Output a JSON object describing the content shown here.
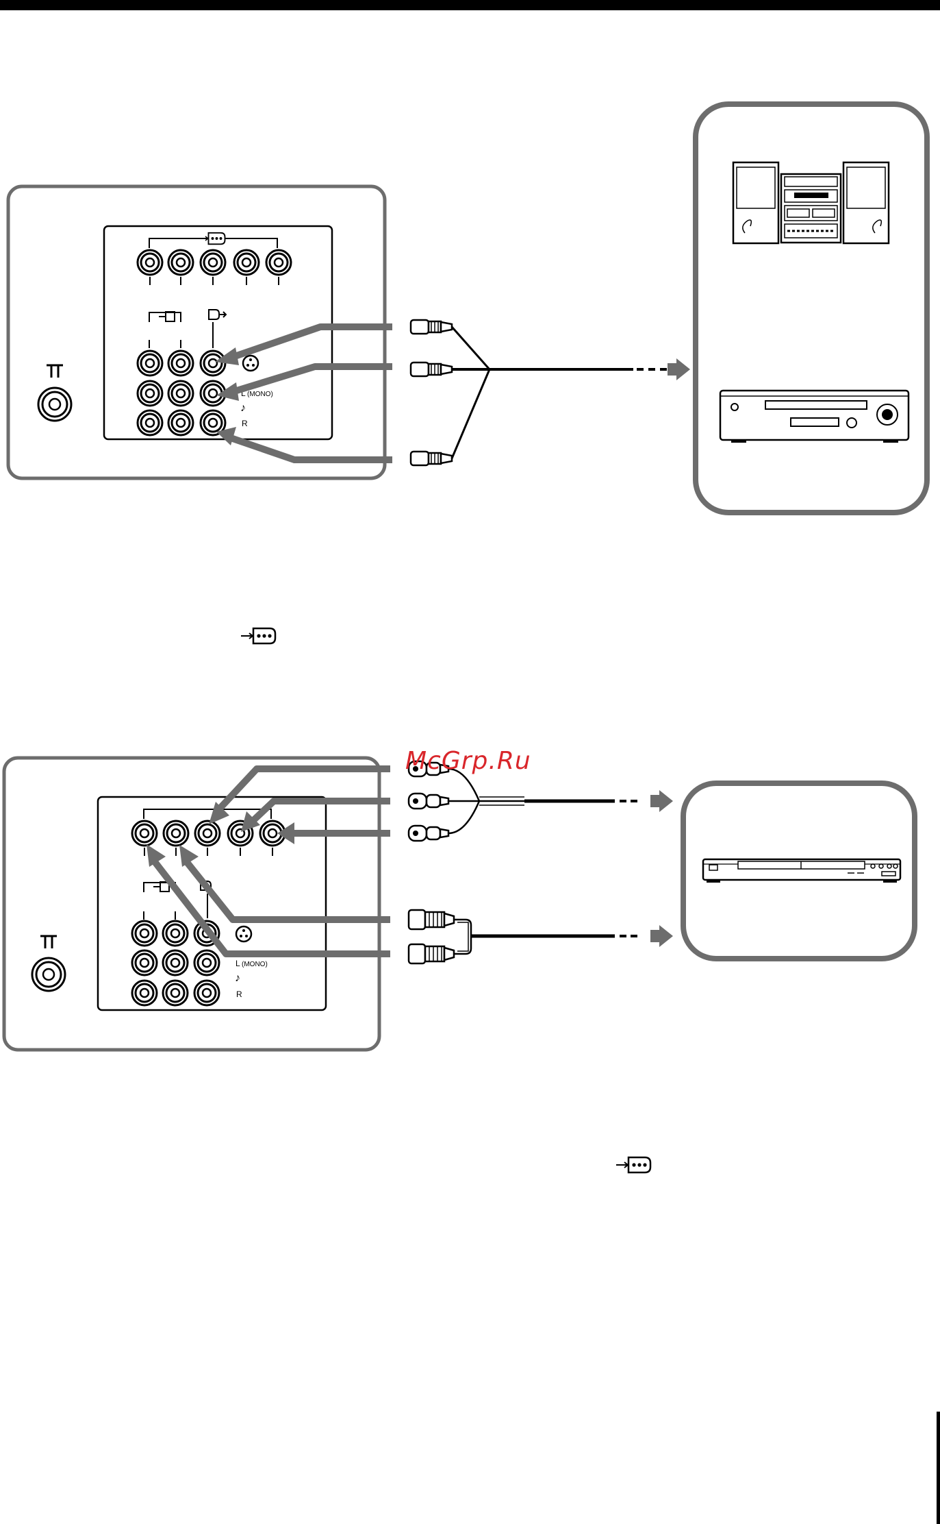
{
  "page": {
    "watermark": "McGrp.Ru"
  },
  "connector_panel": {
    "audio_labels": {
      "left": "L",
      "mono": "(MONO)",
      "right": "R"
    }
  },
  "icons": {
    "antenna": "antenna-terminal-icon",
    "component_input": "component-video-input-icon",
    "av_input": "av-input-arrow-icon",
    "av_output": "av-output-arrow-icon",
    "s_video": "s-video-icon",
    "audio": "audio-note-icon",
    "inline_symbol": "component-input-symbol-icon"
  },
  "colors": {
    "arrow_gray": "#6d6d6d",
    "outline": "#000000",
    "watermark": "#d9262b"
  },
  "devices": {
    "top_box": [
      "audio-system-icon",
      "vcr-icon"
    ],
    "bottom_box": [
      "dvd-player-icon"
    ]
  }
}
